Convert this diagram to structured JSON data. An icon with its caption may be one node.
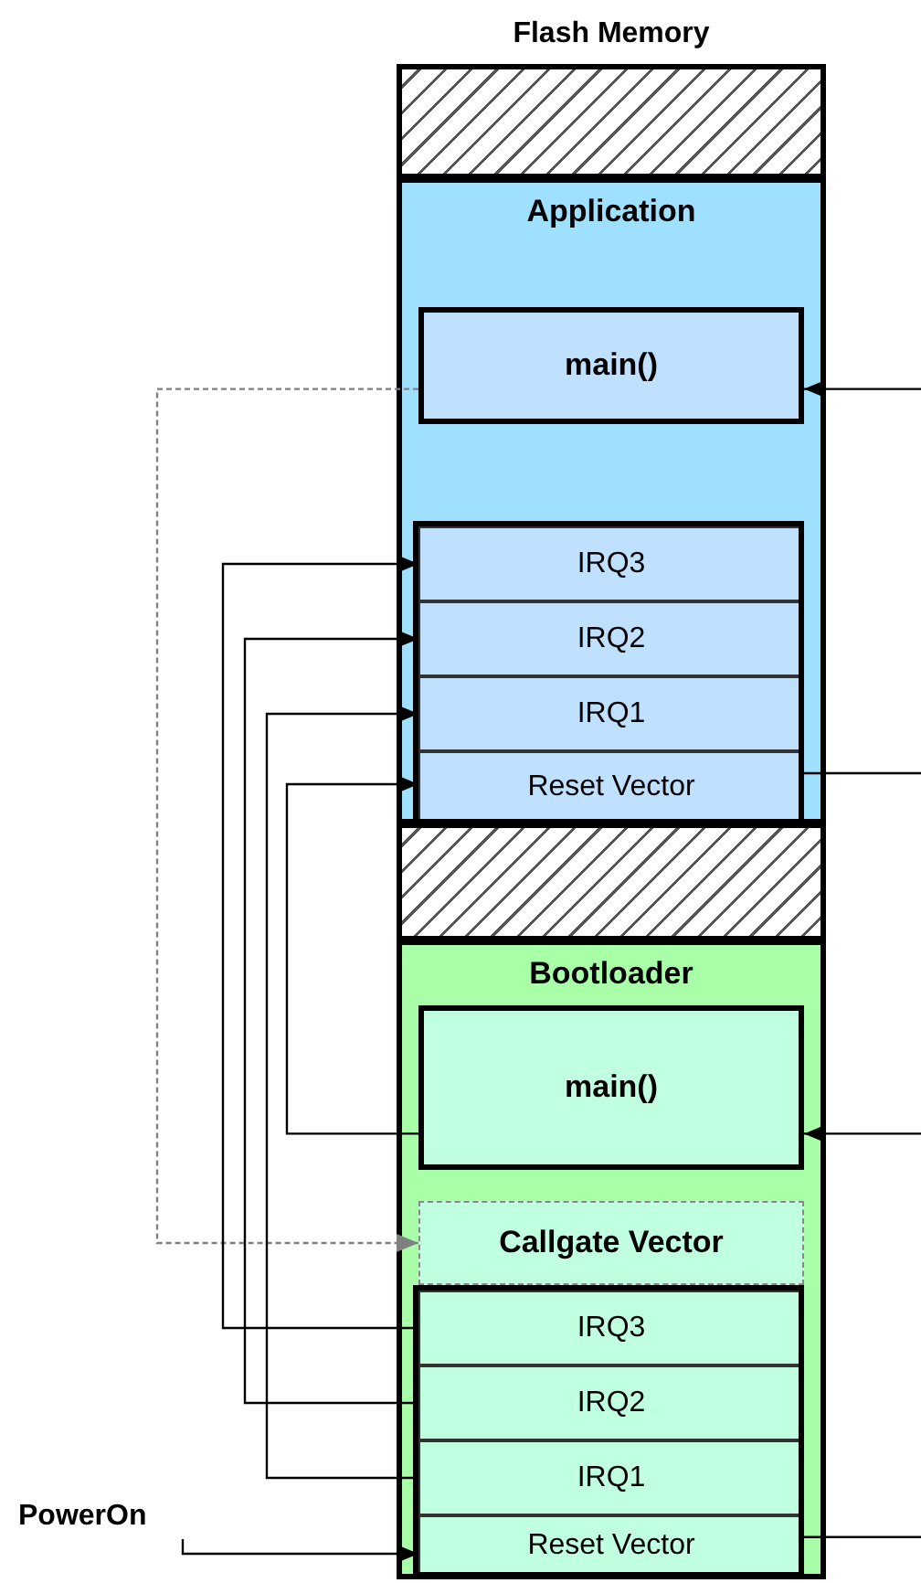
{
  "diagram": {
    "nodes": [
      {
        "text": [
          "Flash Memory"
        ]
      },
      {
        "text": [],
        "shape": "box",
        "in": 0
      },
      {
        "text": [
          "Application"
        ],
        "in": 0
      },
      {
        "text": [
          "main()"
        ],
        "in": 2
      },
      {
        "text": [
          "IRQ3"
        ],
        "in": 2
      },
      {
        "text": [
          "IRQ2"
        ],
        "in": 2
      },
      {
        "text": [
          "IRQ1"
        ],
        "in": 2
      },
      {
        "text": [
          "Reset Vector"
        ],
        "in": 2
      },
      {
        "text": [],
        "shape": "box",
        "in": 0
      },
      {
        "text": [
          "Bootloader"
        ],
        "in": 0
      },
      {
        "text": [
          "main()"
        ],
        "in": 9
      },
      {
        "text": [
          "Callgate Vector"
        ],
        "in": 9
      },
      {
        "text": [
          "IRQ3"
        ],
        "in": 9
      },
      {
        "text": [
          "IRQ2"
        ],
        "in": 9
      },
      {
        "text": [
          "IRQ1"
        ],
        "in": 9
      },
      {
        "text": [
          "Reset Vector"
        ],
        "in": 9
      },
      {
        "text": [
          "PowerOn"
        ]
      }
    ],
    "edges": [
      {
        "from": 3,
        "to": 11,
        "arrow": "to",
        "style": "dashed",
        "color": "#808080"
      },
      {
        "from": 12,
        "to": 4,
        "arrow": "to"
      },
      {
        "from": 13,
        "to": 5,
        "arrow": "to"
      },
      {
        "from": 14,
        "to": 6,
        "arrow": "to"
      },
      {
        "from": 10,
        "to": 7,
        "arrow": "to"
      },
      {
        "from": 7,
        "to": null,
        "arrow": "none"
      },
      {
        "from": null,
        "to": 3,
        "arrow": "to"
      },
      {
        "from": 15,
        "to": null,
        "arrow": "none"
      },
      {
        "from": null,
        "to": 10,
        "arrow": "to"
      },
      {
        "from": 16,
        "to": 15,
        "arrow": "to"
      }
    ]
  }
}
